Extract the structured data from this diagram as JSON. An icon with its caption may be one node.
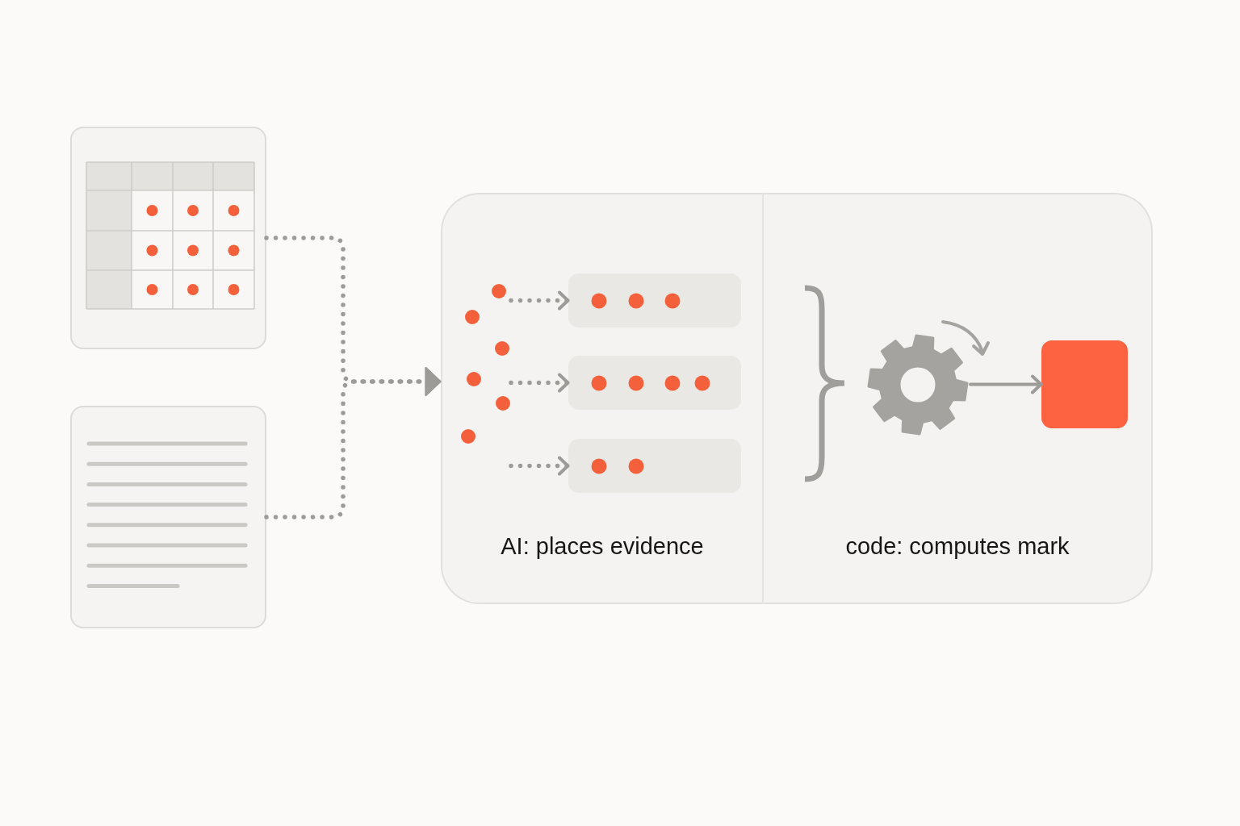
{
  "diagram": {
    "nodes": [
      {
        "text": [],
        "shape": "picture"
      },
      {
        "text": [],
        "shape": "picture"
      },
      {
        "text": [
          "AI: places evidence"
        ]
      },
      {
        "text": [],
        "shape": "picture",
        "in": 2
      },
      {
        "text": [],
        "shape": "bar",
        "in": 2
      },
      {
        "text": [],
        "shape": "bar",
        "in": 2
      },
      {
        "text": [],
        "shape": "bar",
        "in": 2
      },
      {
        "text": [
          "code: computes mark"
        ]
      },
      {
        "text": [],
        "shape": "picture",
        "in": 7
      },
      {
        "text": [],
        "shape": "box",
        "in": 7
      }
    ],
    "edges": [
      {
        "from": 0,
        "to": 2,
        "arrow": "to",
        "style": "dashed"
      },
      {
        "from": 1,
        "to": 2,
        "arrow": "to",
        "style": "dashed"
      },
      {
        "from": 3,
        "to": 4,
        "arrow": "to",
        "style": "dashed"
      },
      {
        "from": 3,
        "to": 5,
        "arrow": "to",
        "style": "dashed"
      },
      {
        "from": 3,
        "to": 6,
        "arrow": "to",
        "style": "dashed"
      },
      {
        "from": 8,
        "to": 9,
        "arrow": "to"
      }
    ]
  }
}
